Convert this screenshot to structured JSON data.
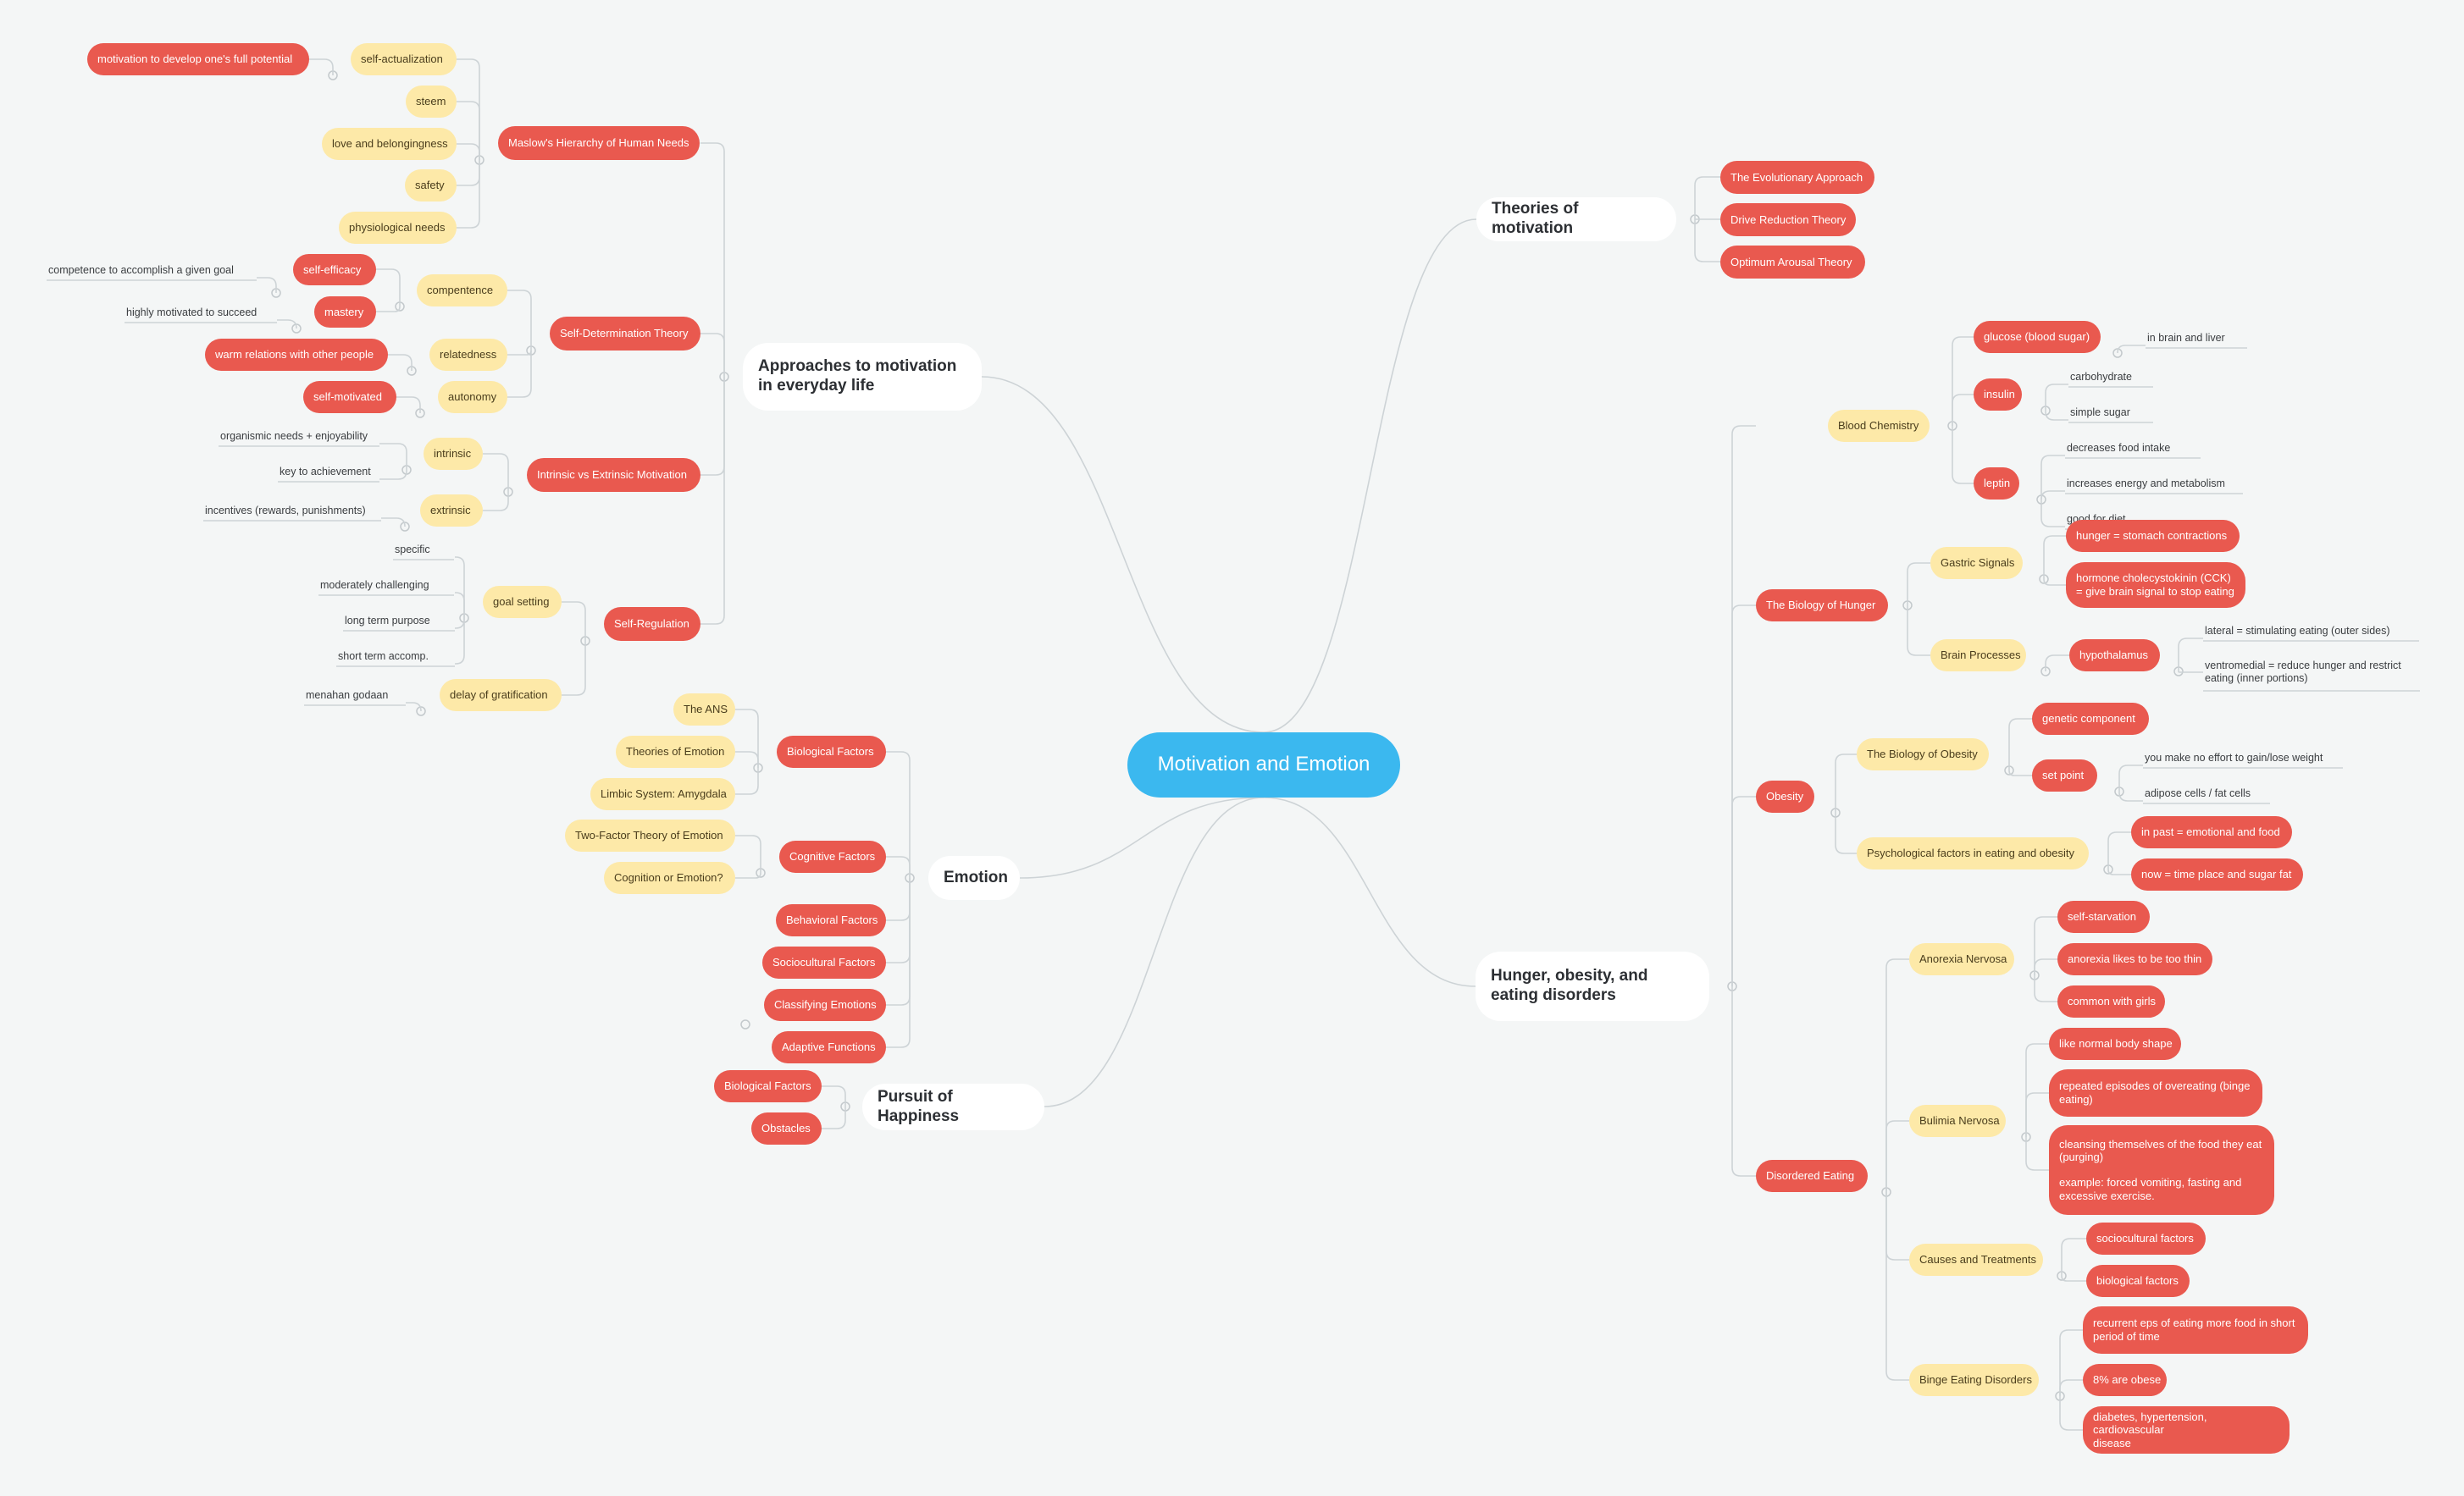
{
  "root": "Motivation and Emotion",
  "topics": {
    "theories": "Theories of motivation",
    "approaches": "Approaches to motivation in everyday life",
    "emotion": "Emotion",
    "happiness": "Pursuit of Happiness",
    "hunger": "Hunger, obesity, and eating disorders"
  },
  "theories": [
    "The Evolutionary Approach",
    "Drive Reduction Theory",
    "Optimum Arousal Theory"
  ],
  "approaches": {
    "maslow": "Maslow's Hierarchy of Human Needs",
    "maslow_items": [
      "self-actualization",
      "steem",
      "love and belongingness",
      "safety",
      "physiological needs"
    ],
    "self_actualization_note": "motivation to develop one's full potential",
    "sdt": "Self-Determination Theory",
    "competence": "compentence",
    "self_efficacy": "self-efficacy",
    "self_efficacy_note": "competence to accomplish a given goal",
    "mastery": "mastery",
    "mastery_note": "highly motivated to succeed",
    "relatedness": "relatedness",
    "relatedness_note": "warm relations with other people",
    "autonomy": "autonomy",
    "autonomy_note": "self-motivated",
    "ie": "Intrinsic vs Extrinsic Motivation",
    "intrinsic": "intrinsic",
    "intrinsic_notes": [
      "organismic needs + enjoyability",
      "key to achievement"
    ],
    "extrinsic": "extrinsic",
    "extrinsic_note": "incentives (rewards, punishments)",
    "sr": "Self-Regulation",
    "goal_setting": "goal setting",
    "goal_notes": [
      "specific",
      "moderately challenging",
      "long term purpose",
      "short term accomp."
    ],
    "delay": "delay of gratification",
    "delay_note": "menahan godaan"
  },
  "emotion": {
    "bio": "Biological Factors",
    "bio_items": [
      "The ANS",
      "Theories of Emotion",
      "Limbic System: Amygdala"
    ],
    "cog": "Cognitive Factors",
    "cog_items": [
      "Two-Factor Theory of Emotion",
      "Cognition or Emotion?"
    ],
    "others": [
      "Behavioral Factors",
      "Sociocultural Factors",
      "Classifying Emotions",
      "Adaptive Functions"
    ]
  },
  "happiness": [
    "Biological Factors",
    "Obstacles"
  ],
  "hunger": {
    "blood": "Blood Chemistry",
    "glucose": "glucose (blood sugar)",
    "glucose_note": "in brain and liver",
    "insulin": "insulin",
    "insulin_notes": [
      "carbohydrate",
      "simple sugar"
    ],
    "leptin": "leptin",
    "leptin_notes": [
      "decreases food intake",
      "increases energy and metabolism",
      "good for diet"
    ],
    "bio_hunger": "The Biology of Hunger",
    "gastric": "Gastric Signals",
    "gastric_items": [
      "hunger = stomach contractions",
      "hormone cholecystokinin (CCK)",
      "= give brain signal to stop eating"
    ],
    "brain": "Brain Processes",
    "hypothalamus": "hypothalamus",
    "hypo_notes": [
      "lateral = stimulating eating (outer sides)",
      "ventromedial = reduce hunger and restrict",
      "eating (inner portions)"
    ],
    "obesity": "Obesity",
    "bio_obesity": "The Biology of Obesity",
    "genetic": "genetic component",
    "set_point": "set point",
    "set_point_notes": [
      "you make no effort to gain/lose weight",
      "adipose cells / fat cells"
    ],
    "psych": "Psychological factors in eating and obesity",
    "psych_items": [
      "in past = emotional and food",
      "now = time place and sugar fat"
    ],
    "disordered": "Disordered Eating",
    "anorexia": "Anorexia Nervosa",
    "anorexia_items": [
      "self-starvation",
      "anorexia likes to be too thin",
      "common with girls"
    ],
    "bulimia": "Bulimia Nervosa",
    "bulimia_item1": "like normal body shape",
    "bulimia_item2": [
      "repeated episodes of overeating (binge",
      "eating)"
    ],
    "bulimia_item3": [
      "cleansing themselves of the food they eat",
      "(purging)",
      "example: forced vomiting, fasting and",
      "excessive exercise."
    ],
    "causes": "Causes and Treatments",
    "causes_items": [
      "sociocultural factors",
      "biological factors"
    ],
    "binge": "Binge Eating Disorders",
    "binge_item1": [
      "recurrent eps of eating more food in short",
      "period of time"
    ],
    "binge_item2": "8% are obese",
    "binge_item3": [
      "diabetes, hypertension, cardiovascular",
      "disease"
    ]
  }
}
